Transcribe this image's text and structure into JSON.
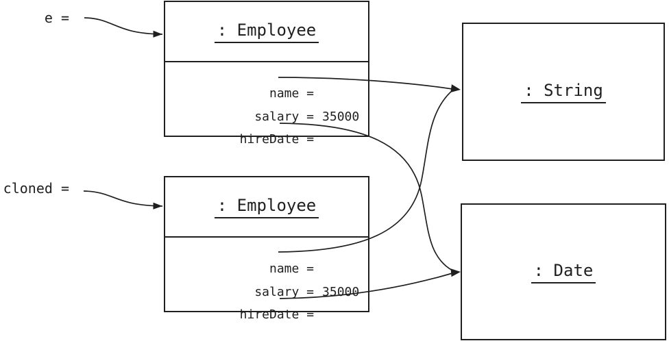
{
  "references": {
    "e": {
      "label": "e ="
    },
    "cloned": {
      "label": "cloned ="
    }
  },
  "objects": {
    "employee1": {
      "title": ": Employee",
      "fields": [
        {
          "label": "name ="
        },
        {
          "label": "salary =",
          "value": "35000"
        },
        {
          "label": "hireDate ="
        }
      ]
    },
    "employee2": {
      "title": ": Employee",
      "fields": [
        {
          "label": "name ="
        },
        {
          "label": "salary =",
          "value": "35000"
        },
        {
          "label": "hireDate ="
        }
      ]
    },
    "string1": {
      "title": ": String"
    },
    "date1": {
      "title": ": Date"
    }
  },
  "relations": [
    {
      "from": "e",
      "to": "employee1"
    },
    {
      "from": "cloned",
      "to": "employee2"
    },
    {
      "from": "employee1.name",
      "to": "string1"
    },
    {
      "from": "employee1.hireDate",
      "to": "date1"
    },
    {
      "from": "employee2.name",
      "to": "string1"
    },
    {
      "from": "employee2.hireDate",
      "to": "date1"
    }
  ],
  "colors": {
    "line": "#1f1f1f",
    "background": "#ffffff"
  }
}
